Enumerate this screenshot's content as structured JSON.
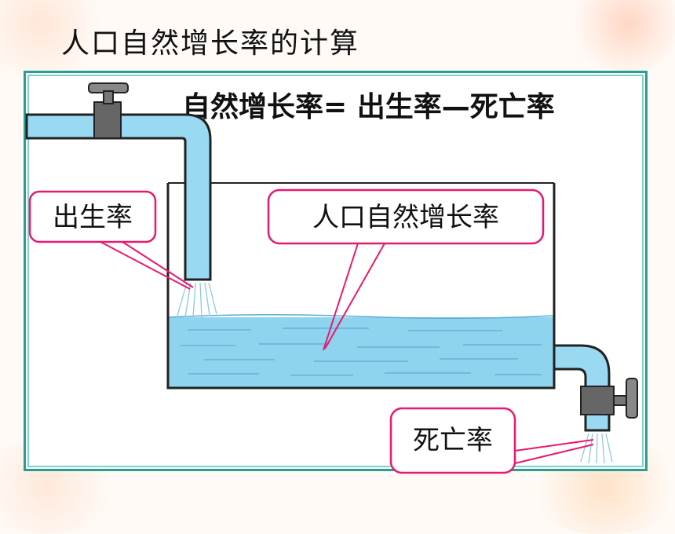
{
  "slide": {
    "title": "人口自然增长率的计算"
  },
  "diagram": {
    "formula": "自然增长率= 出生率—死亡率",
    "birth_rate_label": "出生率",
    "natural_growth_label": "人口自然增长率",
    "death_rate_label": "死亡率"
  },
  "colors": {
    "frame_border": "#2b9e92",
    "water": "#8ed4ef",
    "pipe": "#9ad9f2",
    "callout_border": "#e8196e",
    "tap": "#666666"
  },
  "icons": [
    "water-tap-icon",
    "water-drain-tap-icon",
    "water-tank-icon"
  ]
}
